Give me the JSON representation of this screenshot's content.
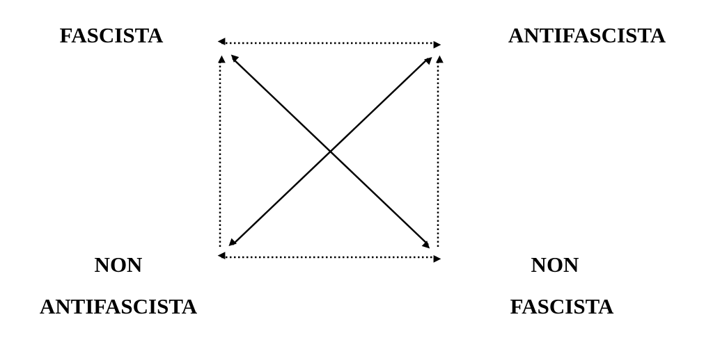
{
  "title": "Semiotic square",
  "labels": {
    "top_left": "FASCISTA",
    "top_right": "ANTIFASCISTA",
    "bottom_left_line1": "NON",
    "bottom_left_line2": "ANTIFASCISTA",
    "bottom_right_line1": "NON",
    "bottom_right_line2": "FASCISTA"
  },
  "relations": [
    {
      "name": "contrariety",
      "from": "top_left",
      "to": "top_right",
      "style": "dotted",
      "arrows": "both"
    },
    {
      "name": "subcontrariety",
      "from": "bottom_left",
      "to": "bottom_right",
      "style": "dotted",
      "arrows": "both"
    },
    {
      "name": "implication-left",
      "from": "bottom_left",
      "to": "top_left",
      "style": "dotted",
      "arrows": "end"
    },
    {
      "name": "implication-right",
      "from": "bottom_right",
      "to": "top_right",
      "style": "dotted",
      "arrows": "end"
    },
    {
      "name": "contradiction-1",
      "from": "top_left",
      "to": "bottom_right",
      "style": "solid",
      "arrows": "both"
    },
    {
      "name": "contradiction-2",
      "from": "top_right",
      "to": "bottom_left",
      "style": "solid",
      "arrows": "both"
    }
  ]
}
